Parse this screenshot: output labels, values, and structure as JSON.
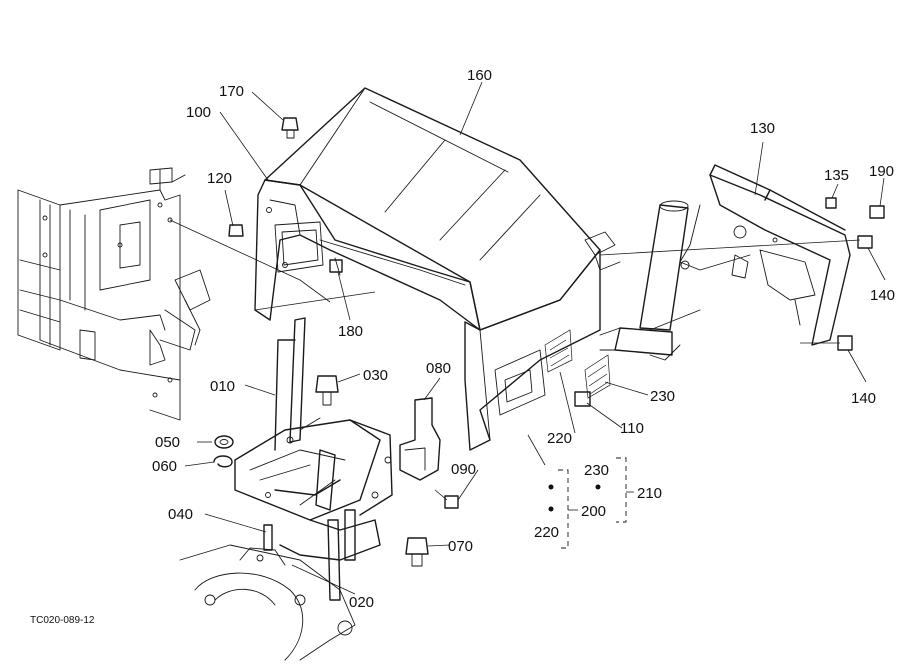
{
  "diagram": {
    "reference_code": "TC020-089-12",
    "callouts": [
      {
        "id": "c170",
        "label": "170"
      },
      {
        "id": "c160",
        "label": "160"
      },
      {
        "id": "c100",
        "label": "100"
      },
      {
        "id": "c120",
        "label": "120"
      },
      {
        "id": "c180",
        "label": "180"
      },
      {
        "id": "c130",
        "label": "130"
      },
      {
        "id": "c135",
        "label": "135"
      },
      {
        "id": "c190",
        "label": "190"
      },
      {
        "id": "c140a",
        "label": "140"
      },
      {
        "id": "c140b",
        "label": "140"
      },
      {
        "id": "c010",
        "label": "010"
      },
      {
        "id": "c030",
        "label": "030"
      },
      {
        "id": "c080",
        "label": "080"
      },
      {
        "id": "c050",
        "label": "050"
      },
      {
        "id": "c060",
        "label": "060"
      },
      {
        "id": "c090",
        "label": "090"
      },
      {
        "id": "c040",
        "label": "040"
      },
      {
        "id": "c070",
        "label": "070"
      },
      {
        "id": "c020",
        "label": "020"
      },
      {
        "id": "c220a",
        "label": "220"
      },
      {
        "id": "c110",
        "label": "110"
      },
      {
        "id": "c230a",
        "label": "230"
      },
      {
        "id": "c230b",
        "label": "230"
      },
      {
        "id": "c210",
        "label": "210"
      },
      {
        "id": "c200",
        "label": "200"
      },
      {
        "id": "c220b",
        "label": "220"
      }
    ]
  }
}
